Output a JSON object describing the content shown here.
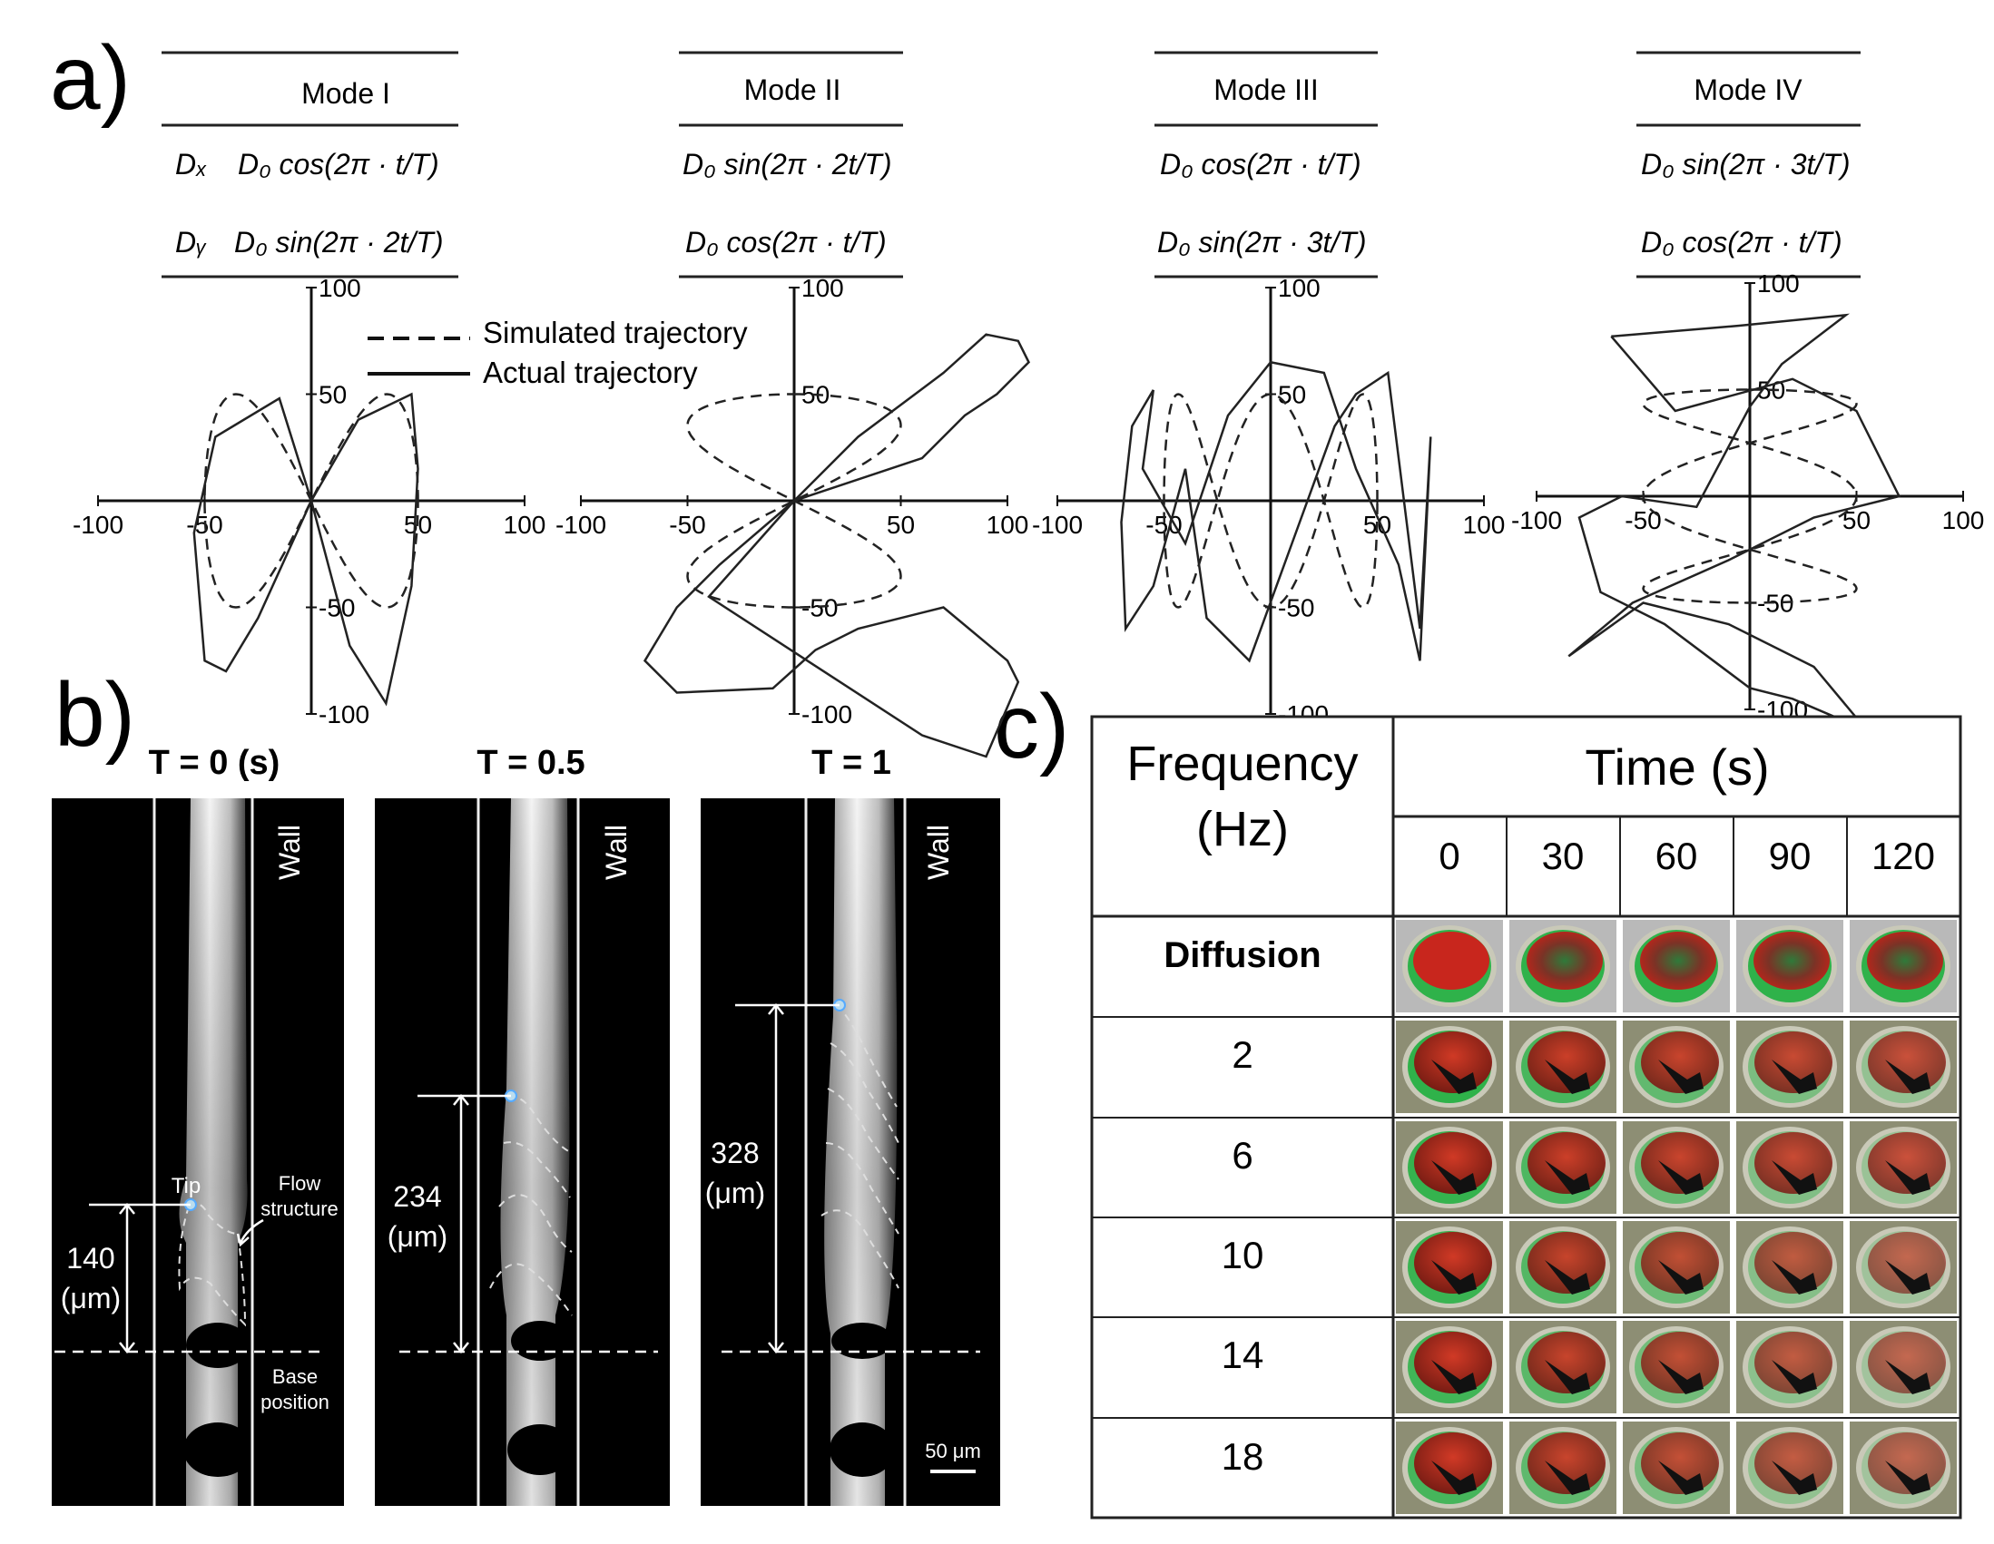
{
  "panel_labels": {
    "a": "a)",
    "b": "b)",
    "c": "c)"
  },
  "panel_a": {
    "modes": [
      {
        "name": "Mode I",
        "dx_label": "Dₓ",
        "dy_label": "Dᵧ",
        "dx_formula": "D₀ cos(2π · t/T)",
        "dy_formula": "D₀ sin(2π · 2t/T)"
      },
      {
        "name": "Mode II",
        "dx_formula": "D₀ sin(2π · 2t/T)",
        "dy_formula": "D₀ cos(2π · t/T)"
      },
      {
        "name": "Mode III",
        "dx_formula": "D₀ cos(2π · t/T)",
        "dy_formula": "D₀ sin(2π · 3t/T)"
      },
      {
        "name": "Mode IV",
        "dx_formula": "D₀ sin(2π · 3t/T)",
        "dy_formula": "D₀ cos(2π · t/T)"
      }
    ],
    "legend": {
      "simulated": "Simulated trajectory",
      "actual": "Actual trajectory"
    },
    "axis_ticks": [
      "-100",
      "-50",
      "50",
      "100"
    ]
  },
  "chart_data": [
    {
      "type": "line",
      "title": "Mode I",
      "xlim": [
        -100,
        100
      ],
      "ylim": [
        -100,
        100
      ],
      "series": [
        {
          "name": "Simulated trajectory",
          "style": "dashed",
          "equation": {
            "fx": "cos",
            "kx": 1,
            "fy": "sin",
            "ky": 2,
            "amplitude": 50
          }
        },
        {
          "name": "Actual trajectory",
          "style": "solid",
          "points": [
            [
              0,
              0
            ],
            [
              22,
              38
            ],
            [
              47,
              50
            ],
            [
              50,
              15
            ],
            [
              47,
              -40
            ],
            [
              35,
              -95
            ],
            [
              18,
              -68
            ],
            [
              0,
              0
            ],
            [
              -15,
              48
            ],
            [
              -45,
              30
            ],
            [
              -55,
              -15
            ],
            [
              -50,
              -75
            ],
            [
              -40,
              -80
            ],
            [
              -25,
              -55
            ],
            [
              0,
              0
            ]
          ]
        }
      ]
    },
    {
      "type": "line",
      "title": "Mode II",
      "xlim": [
        -100,
        100
      ],
      "ylim": [
        -100,
        100
      ],
      "series": [
        {
          "name": "Simulated trajectory",
          "style": "dashed",
          "equation": {
            "fx": "sin",
            "kx": 2,
            "fy": "cos",
            "ky": 1,
            "amplitude": 50
          }
        },
        {
          "name": "Actual trajectory",
          "style": "solid",
          "points": [
            [
              0,
              0
            ],
            [
              30,
              30
            ],
            [
              70,
              60
            ],
            [
              90,
              78
            ],
            [
              105,
              75
            ],
            [
              110,
              65
            ],
            [
              95,
              50
            ],
            [
              80,
              40
            ],
            [
              60,
              20
            ],
            [
              0,
              0
            ],
            [
              -35,
              -30
            ],
            [
              -55,
              -50
            ],
            [
              -70,
              -75
            ],
            [
              -55,
              -90
            ],
            [
              -10,
              -88
            ],
            [
              10,
              -70
            ],
            [
              30,
              -60
            ],
            [
              70,
              -50
            ],
            [
              100,
              -75
            ],
            [
              105,
              -85
            ],
            [
              90,
              -120
            ],
            [
              60,
              -110
            ],
            [
              -40,
              -45
            ],
            [
              0,
              0
            ]
          ]
        }
      ]
    },
    {
      "type": "line",
      "title": "Mode III",
      "xlim": [
        -100,
        100
      ],
      "ylim": [
        -100,
        100
      ],
      "series": [
        {
          "name": "Simulated trajectory",
          "style": "dashed",
          "equation": {
            "fx": "cos",
            "kx": 1,
            "fy": "sin",
            "ky": 3,
            "amplitude": 50
          }
        },
        {
          "name": "Actual trajectory",
          "style": "solid",
          "points": [
            [
              -55,
              52
            ],
            [
              -65,
              35
            ],
            [
              -70,
              -10
            ],
            [
              -68,
              -60
            ],
            [
              -55,
              -40
            ],
            [
              -40,
              15
            ],
            [
              -30,
              -55
            ],
            [
              -10,
              -75
            ],
            [
              10,
              -20
            ],
            [
              30,
              35
            ],
            [
              40,
              50
            ],
            [
              55,
              60
            ],
            [
              70,
              -60
            ],
            [
              75,
              30
            ],
            [
              70,
              -75
            ],
            [
              60,
              -30
            ],
            [
              40,
              15
            ],
            [
              25,
              60
            ],
            [
              0,
              65
            ],
            [
              -20,
              40
            ],
            [
              -40,
              -20
            ],
            [
              -60,
              15
            ],
            [
              -55,
              52
            ]
          ]
        }
      ]
    },
    {
      "type": "line",
      "title": "Mode IV",
      "xlim": [
        -100,
        100
      ],
      "ylim": [
        -100,
        100
      ],
      "series": [
        {
          "name": "Simulated trajectory",
          "style": "dashed",
          "equation": {
            "fx": "sin",
            "kx": 3,
            "fy": "cos",
            "ky": 1,
            "amplitude": 50
          }
        },
        {
          "name": "Actual trajectory",
          "style": "solid",
          "points": [
            [
              -65,
              75
            ],
            [
              -5,
              80
            ],
            [
              45,
              85
            ],
            [
              15,
              62
            ],
            [
              0,
              42
            ],
            [
              -25,
              -5
            ],
            [
              -60,
              0
            ],
            [
              -80,
              -10
            ],
            [
              -70,
              -45
            ],
            [
              -40,
              -60
            ],
            [
              0,
              -90
            ],
            [
              20,
              -95
            ],
            [
              55,
              -110
            ],
            [
              30,
              -80
            ],
            [
              -10,
              -60
            ],
            [
              -50,
              -50
            ],
            [
              -85,
              -75
            ],
            [
              -55,
              -50
            ],
            [
              -10,
              -30
            ],
            [
              30,
              -10
            ],
            [
              70,
              0
            ],
            [
              50,
              40
            ],
            [
              20,
              55
            ],
            [
              -35,
              40
            ],
            [
              -65,
              75
            ]
          ]
        }
      ]
    }
  ],
  "panel_b": {
    "frames": [
      {
        "title": "T = 0 (s)",
        "wall_label": "Wall",
        "dim_value": "140",
        "dim_unit": "(μm)",
        "tip_label": "Tip",
        "flow_label_1": "Flow",
        "flow_label_2": "structure",
        "base_label_1": "Base",
        "base_label_2": "position"
      },
      {
        "title": "T = 0.5",
        "wall_label": "Wall",
        "dim_value": "234",
        "dim_unit": "(μm)"
      },
      {
        "title": "T = 1",
        "wall_label": "Wall",
        "dim_value": "328",
        "dim_unit": "(μm)",
        "scale_bar": "50 μm"
      }
    ]
  },
  "panel_c": {
    "header_frequency_1": "Frequency",
    "header_frequency_2": "(Hz)",
    "header_time": "Time (s)",
    "times": [
      "0",
      "30",
      "60",
      "90",
      "120"
    ],
    "rows": [
      "Diffusion",
      "2",
      "6",
      "10",
      "14",
      "18"
    ],
    "colors": {
      "red": "#c8261d",
      "green": "#2fb24a",
      "dark": "#2a1410",
      "frame": "#c9c9b8"
    }
  }
}
